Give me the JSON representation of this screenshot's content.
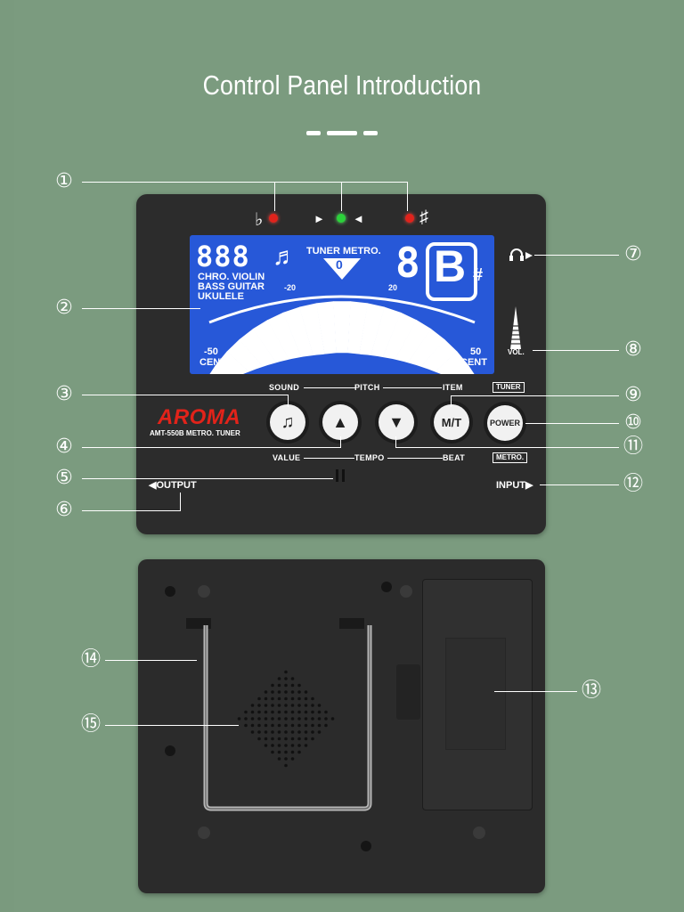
{
  "title": "Control Panel Introduction",
  "callouts": [
    "①",
    "②",
    "③",
    "④",
    "⑤",
    "⑥",
    "⑦",
    "⑧",
    "⑨",
    "⑩",
    "⑪",
    "⑫",
    "⑬",
    "⑭",
    "⑮"
  ],
  "device": {
    "brand": "AROMA",
    "model": "AMT-550B  METRO. TUNER",
    "flat_symbol": "♭",
    "sharp_symbol": "♯",
    "lcd": {
      "digits_left": "888",
      "instruments": [
        "CHRO. VIOLIN",
        "BASS GUITAR",
        "UKULELE"
      ],
      "mode": "TUNER METRO.",
      "pointer_value": "0",
      "digits_right": "8",
      "note": "B",
      "sharp": "#",
      "scale_left": "-20",
      "scale_right": "20",
      "min_label": "-50",
      "max_label": "50",
      "cent": "CENT"
    },
    "top_labels": {
      "sound": "SOUND",
      "pitch": "PITCH",
      "item": "ITEM",
      "tuner_tag": "TUNER"
    },
    "bottom_labels": {
      "value": "VALUE",
      "tempo": "TEMPO",
      "beat": "BEAT",
      "metro_tag": "METRO."
    },
    "buttons": {
      "sound": "♫",
      "up": "▲",
      "down": "▼",
      "mt": "M/T",
      "power": "POWER"
    },
    "output": "◀OUTPUT",
    "input": "INPUT▶",
    "vol": "VOL.",
    "headphone_icon": "headphone-icon"
  },
  "colors": {
    "background": "#7b9b7f",
    "lcd": "#2758d8",
    "led_red": "#e0231c",
    "led_green": "#2bd23a",
    "brand_red": "#e2231a"
  }
}
